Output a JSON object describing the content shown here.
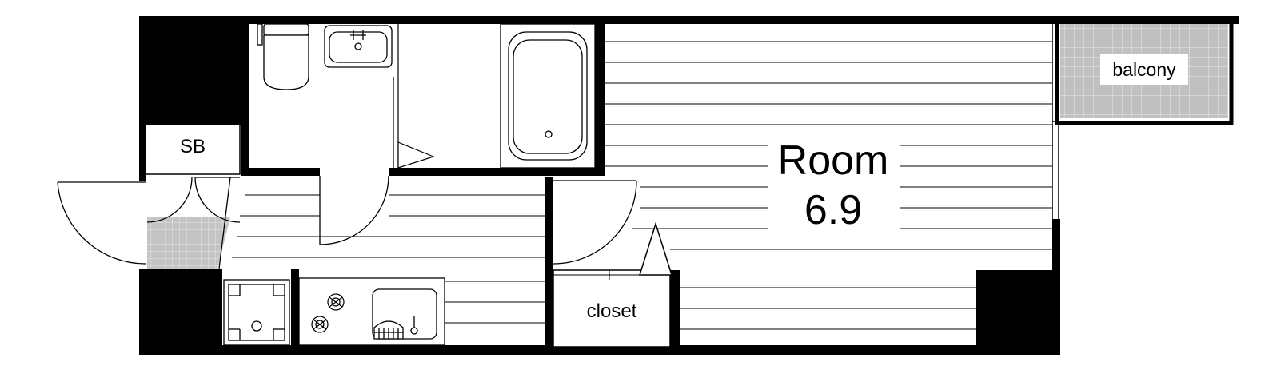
{
  "labels": {
    "room_name": "Room",
    "room_size": "6.9",
    "balcony": "balcony",
    "shoe_box": "SB",
    "closet": "closet"
  },
  "colors": {
    "wall": "#000000",
    "floor_lines": "#000000",
    "tile": "#c4c4c4",
    "background": "#ffffff"
  }
}
